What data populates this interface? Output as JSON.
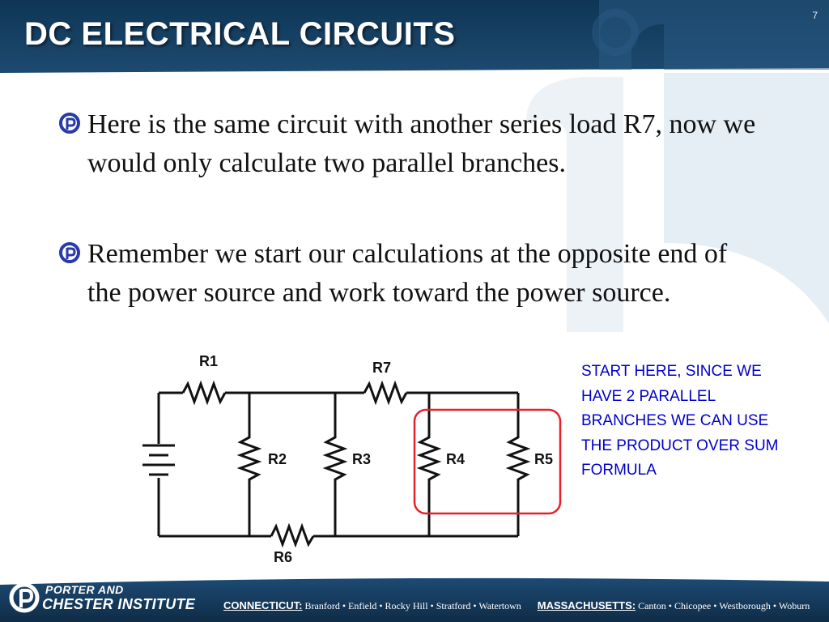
{
  "slide": {
    "title": "DC ELECTRICAL CIRCUITS",
    "page_number": "7"
  },
  "bullets": [
    {
      "icon": "porter-chester-bullet-icon",
      "text": "Here is the same circuit with another series load R7, now we would only calculate two parallel branches."
    },
    {
      "icon": "porter-chester-bullet-icon",
      "text": "Remember we start our calculations at the opposite end of the power source and work toward the power source."
    }
  ],
  "circuit": {
    "labels": {
      "r1": "R1",
      "r2": "R2",
      "r3": "R3",
      "r4": "R4",
      "r5": "R5",
      "r6": "R6",
      "r7": "R7"
    },
    "highlight_color": "#e8202a"
  },
  "note": {
    "line1": "START HERE, SINCE WE",
    "line2": "HAVE 2 PARALLEL",
    "line3": "BRANCHES WE CAN USE",
    "line4": "THE PRODUCT OVER SUM",
    "line5": "FORMULA",
    "color": "#0000cc"
  },
  "footer": {
    "org_line1": "PORTER AND",
    "org_line2": "CHESTER INSTITUTE",
    "ct_label": "CONNECTICUT:",
    "ct_towns": "Branford • Enfield • Rocky Hill • Stratford • Watertown",
    "ma_label": "MASSACHUSETTS:",
    "ma_towns": "Canton • Chicopee • Westborough • Woburn"
  },
  "colors": {
    "brand_navy": "#1c4466",
    "brand_dark": "#0f2c47",
    "watermark": "#dfe8f0"
  }
}
